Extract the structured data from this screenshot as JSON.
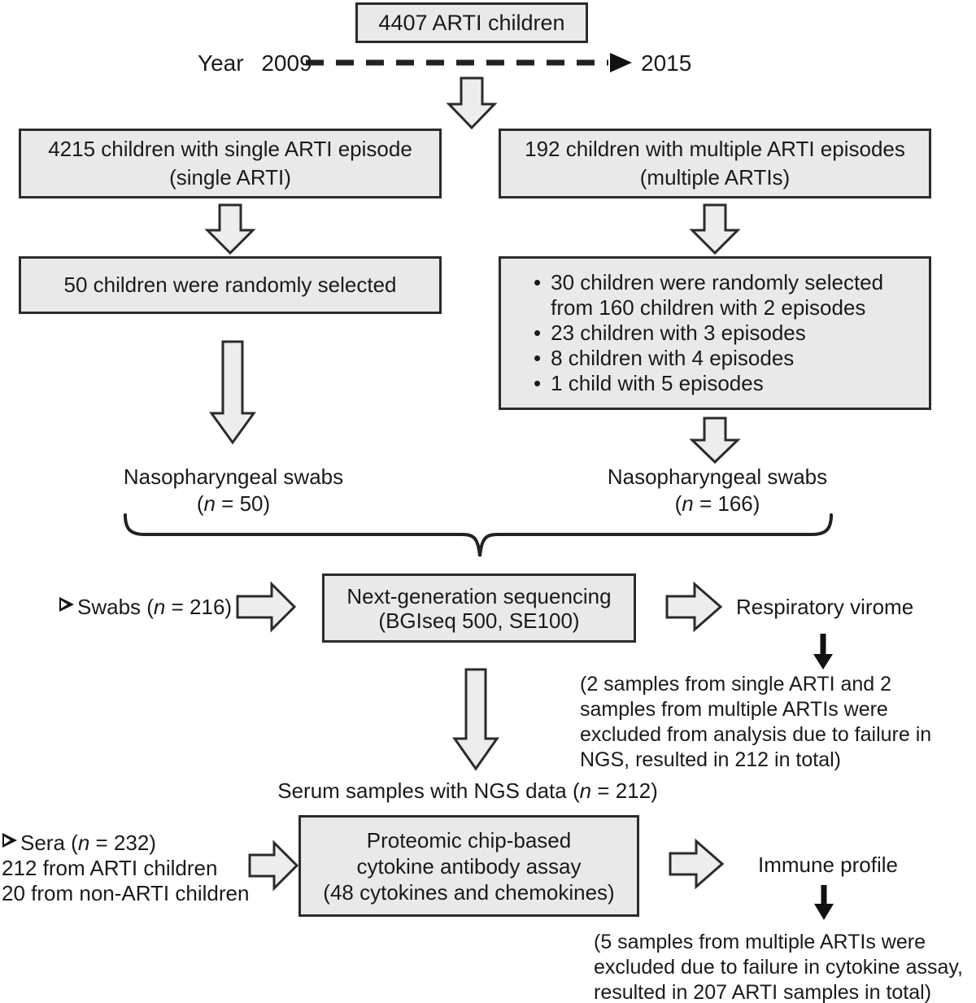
{
  "figure": {
    "top_box": "4407 ARTI children",
    "timeline": {
      "year_word": "Year",
      "start_year": "2009",
      "end_year": "2015"
    },
    "single_branch": {
      "enroll_line1": "4215 children with single ARTI episode",
      "enroll_line2": "(single ARTI)",
      "selected_box": "50 children were randomly selected",
      "swab_label_line1": "Nasopharyngeal swabs",
      "swab_n": {
        "pre": "(",
        "it": "n",
        "post": " = 50)"
      }
    },
    "multiple_branch": {
      "enroll_line1": "192 children with multiple ARTI episodes",
      "enroll_line2": "(multiple ARTIs)",
      "selection_bullets": {
        "b1_line1": "30 children were randomly selected",
        "b1_line2": "from 160 children with 2 episodes",
        "b2": "23 children with 3 episodes",
        "b3": "8 children with 4 episodes",
        "b4": "1 child with 5 episodes"
      },
      "swab_label_line1": "Nasopharyngeal swabs",
      "swab_n": {
        "pre": "(",
        "it": "n",
        "post": " = 166)"
      }
    },
    "ngs": {
      "input_label": {
        "pre": "Swabs (",
        "it": "n",
        "post": " = 216)"
      },
      "box_line1": "Next-generation sequencing",
      "box_line2": "(BGIseq 500, SE100)",
      "output_label": "Respiratory virome",
      "note_lines": [
        "(2 samples from single ARTI and 2",
        "samples from multiple ARTIs were",
        "excluded from analysis due to failure in",
        "NGS, resulted in 212 in total)"
      ]
    },
    "serum_label": {
      "pre": "Serum samples with NGS data (",
      "it": "n",
      "post": " = 212)"
    },
    "cytokine": {
      "input_line1": {
        "pre": "Sera (",
        "it": "n",
        "post": " = 232)"
      },
      "input_line2": "212 from ARTI children",
      "input_line3": "20 from non-ARTI children",
      "box_line1": "Proteomic chip-based",
      "box_line2": "cytokine antibody assay",
      "box_line3": "(48 cytokines and chemokines)",
      "output_label": "Immune profile",
      "note_lines": [
        "(5 samples from multiple ARTIs were",
        "excluded due to failure in cytokine assay,",
        "resulted in 207 ARTI samples in total)"
      ]
    },
    "icons": {
      "pointer_arrowhead": "➢",
      "bullet": "•"
    },
    "colors": {
      "box_fill": "#e9e9e9",
      "box_border": "#2b2b2b",
      "arrow_fill": "#ededed",
      "text": "#1a1a1a"
    }
  }
}
